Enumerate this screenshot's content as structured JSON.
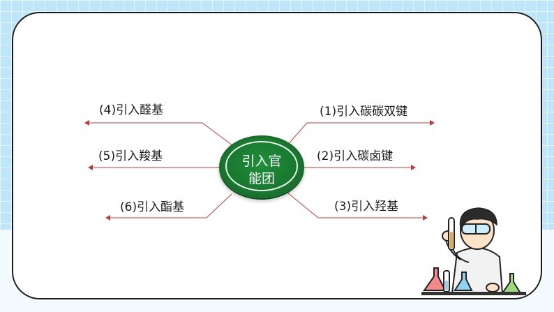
{
  "hub": {
    "line1": "引入官",
    "line2": "能团"
  },
  "branches": [
    {
      "label": "(4)引入醛基"
    },
    {
      "label": "(5)引入羧基"
    },
    {
      "label": "(6)引入酯基"
    },
    {
      "label": "(1)引入碳碳双键"
    },
    {
      "label": "(2)引入碳卤键"
    },
    {
      "label": "(3)引入羟基"
    }
  ],
  "colors": {
    "branch_line": "#c43a3a",
    "hub_fill": "#17742d",
    "background": "#bfe6f8"
  },
  "illustration": "scientist-with-test-tube-and-flasks"
}
